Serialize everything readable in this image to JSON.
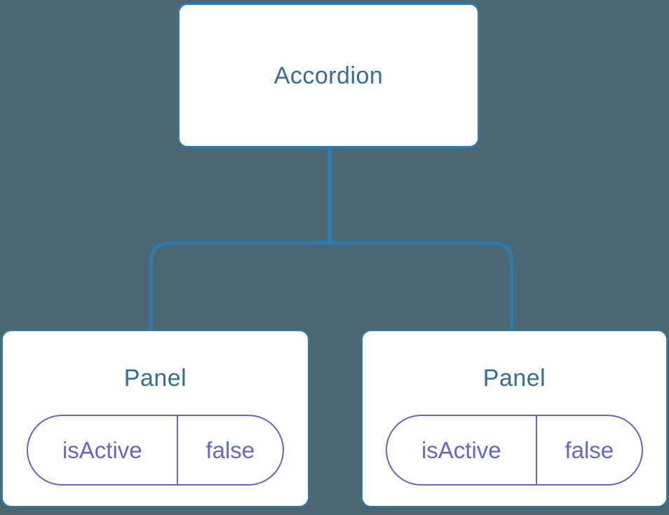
{
  "diagram": {
    "type": "component-tree",
    "root_node": {
      "label": "Accordion"
    },
    "child_nodes": [
      {
        "label": "Panel",
        "state": {
          "key": "isActive",
          "value": "false"
        }
      },
      {
        "label": "Panel",
        "state": {
          "key": "isActive",
          "value": "false"
        }
      }
    ],
    "colors": {
      "background": "#4A6772",
      "connector": "#2E7BAD",
      "node_border": "#2E7BAD",
      "node_fill": "#FFFFFF",
      "node_label_text": "#2F6F99",
      "state_accent": "#6467C9"
    }
  }
}
